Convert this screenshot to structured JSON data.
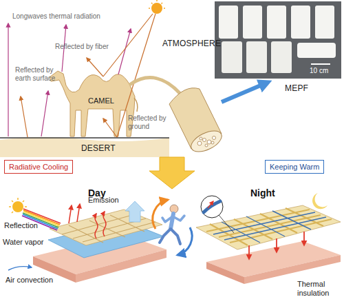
{
  "diagram": {
    "nodes": [
      {
        "text": [
          "Radiative Cooling"
        ]
      },
      {
        "text": [
          "Keeping Warm"
        ]
      }
    ],
    "labels": [
      "Longwaves thermal radiation",
      "ATMOSPHERE",
      "Reflected by fiber",
      "Reflected by earth surface",
      "CAMEL",
      "Reflected by ground",
      "DESERT",
      "10 cm",
      "MEPF",
      "Day",
      "Night",
      "Emission",
      "Reflection",
      "Water vapor",
      "Air convection",
      "Thermal insulation"
    ]
  }
}
